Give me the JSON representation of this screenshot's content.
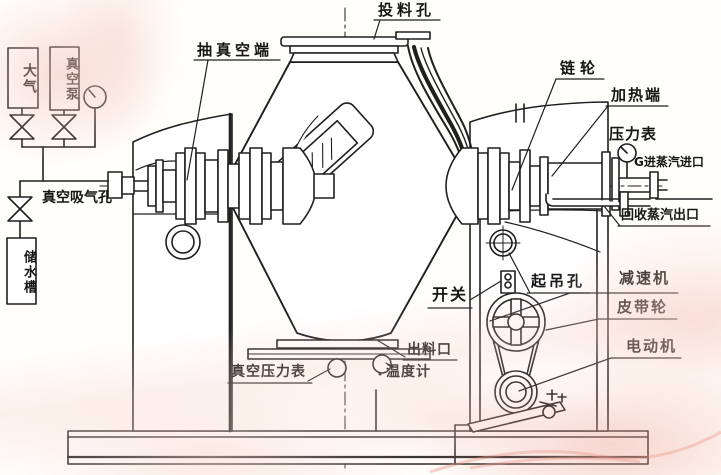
{
  "labels": {
    "feed_port": "投料孔",
    "vacuum_end": "抽真空端",
    "atmosphere": "大气",
    "vacuum_pump": "真空泵",
    "vacuum_suction_hole": "真空吸气孔",
    "water_tank": "储水槽",
    "sprocket": "链轮",
    "heating_end": "加热端",
    "pressure_gauge": "压力表",
    "steam_inlet": "G进蒸汽进口",
    "steam_outlet_recovery": "回收蒸汽出口",
    "switch": "开关",
    "lifting_hole": "起吊孔",
    "reducer": "减速机",
    "belt_pulley": "皮带轮",
    "motor": "电动机",
    "discharge_port": "出料口",
    "thermometer": "温度计",
    "vacuum_pressure_gauge": "真空压力表"
  },
  "colors": {
    "line": "#1f1f1f",
    "paper": "#fffefb",
    "watermark_pink": "#f0b9aa"
  }
}
